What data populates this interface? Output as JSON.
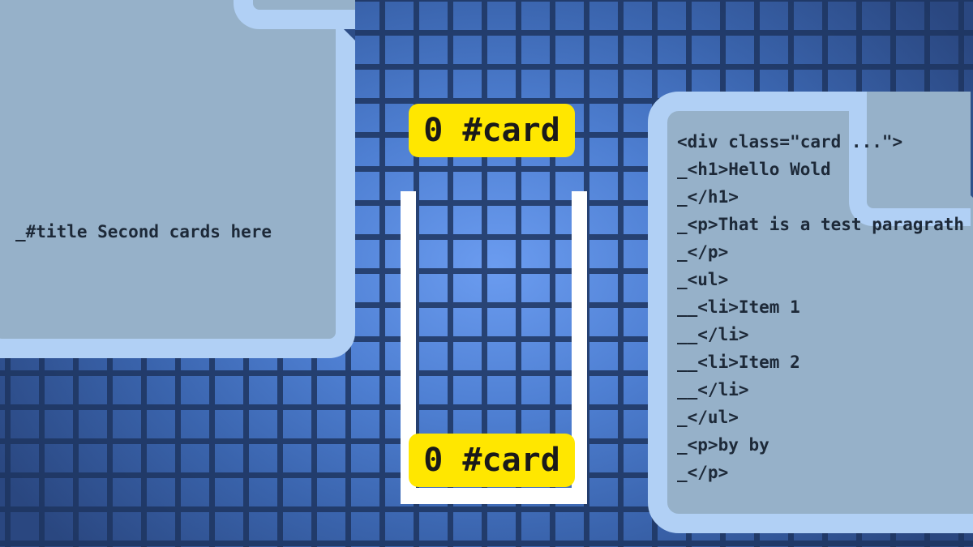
{
  "left_document": {
    "text": "_#title Second cards here"
  },
  "right_document": {
    "lines": [
      "<div class=\"card ...\">",
      "_<h1>Hello Wold",
      "_</h1>",
      "_<p>That is a test paragrath",
      "_</p>",
      "_<ul>",
      "__<li>Item 1",
      "__</li>",
      "__<li>Item 2",
      "__</li>",
      "_</ul>",
      "_<p>by by",
      "_</p>"
    ]
  },
  "stack": {
    "top_label": "0 #card",
    "bottom_label": "0 #card"
  },
  "colors": {
    "background": "#4e7fd2",
    "document_fill": "#96b1c9",
    "document_border": "#b1d0f5",
    "label": "#ffe700",
    "stack": "#ffffff"
  }
}
